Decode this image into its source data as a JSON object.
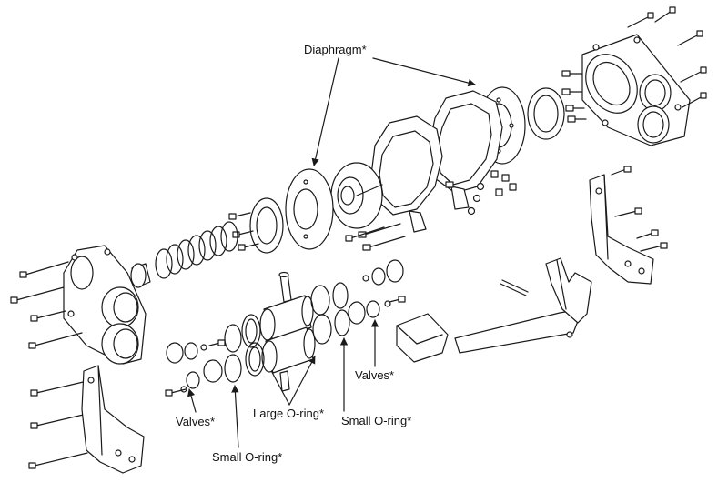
{
  "labels": {
    "diaphragm": "Diaphragm*",
    "valves_left": "Valves*",
    "valves_right": "Valves*",
    "large_oring": "Large O-ring*",
    "small_oring_right": "Small O-ring*",
    "small_oring_bottom": "Small O-ring*"
  },
  "colors": {
    "line": "#1a1a1a",
    "fill": "#ffffff",
    "shade": "#d9d9d9"
  }
}
